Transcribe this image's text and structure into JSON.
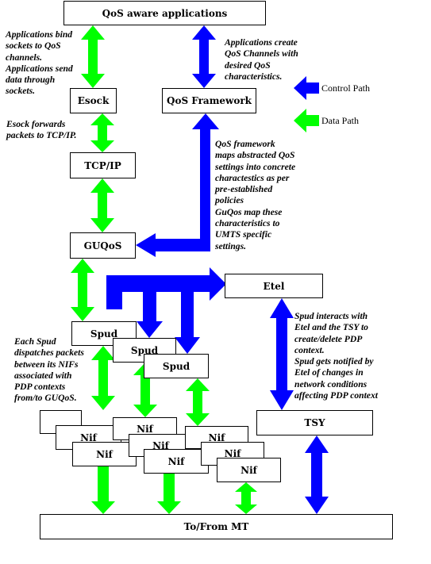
{
  "boxes": {
    "qos_apps": "QoS aware applications",
    "esock": "Esock",
    "qos_framework": "QoS Framework",
    "tcpip": "TCP/IP",
    "guqos": "GUQoS",
    "etel": "Etel",
    "spud1": "Spud",
    "spud2": "Spud",
    "spud3": "Spud",
    "tsy": "TSY",
    "nif": "Nif",
    "mt": "To/From MT"
  },
  "legend": {
    "control": "Control Path",
    "data": "Data Path"
  },
  "notes": {
    "apps_bind": [
      "Applications bind",
      "sockets to QoS",
      "channels.",
      "Applications send",
      "data through",
      "sockets."
    ],
    "apps_create": [
      "Applications create",
      "QoS Channels with",
      "desired QoS",
      "characteristics."
    ],
    "esock_forwards": [
      "Esock forwards",
      "packets to TCP/IP."
    ],
    "framework_maps": [
      "QoS framework",
      "maps abstracted QoS",
      "settings into concrete",
      "charactestics as per",
      "pre-established",
      "policies",
      "GuQos map these",
      "characteristics to",
      "UMTS specific",
      "settings."
    ],
    "spud_interacts": [
      "Spud interacts with",
      "Etel and the TSY to",
      "create/delete PDP",
      "context.",
      "Spud gets notified by",
      "Etel of changes in",
      "network conditions",
      "affecting PDP context"
    ],
    "each_spud": [
      "Each Spud",
      "dispatches packets",
      "between its NIFs",
      "associated with",
      "PDP contexts",
      "from/to GUQoS."
    ]
  },
  "colors": {
    "control": "#0000ff",
    "data": "#00ff00"
  }
}
